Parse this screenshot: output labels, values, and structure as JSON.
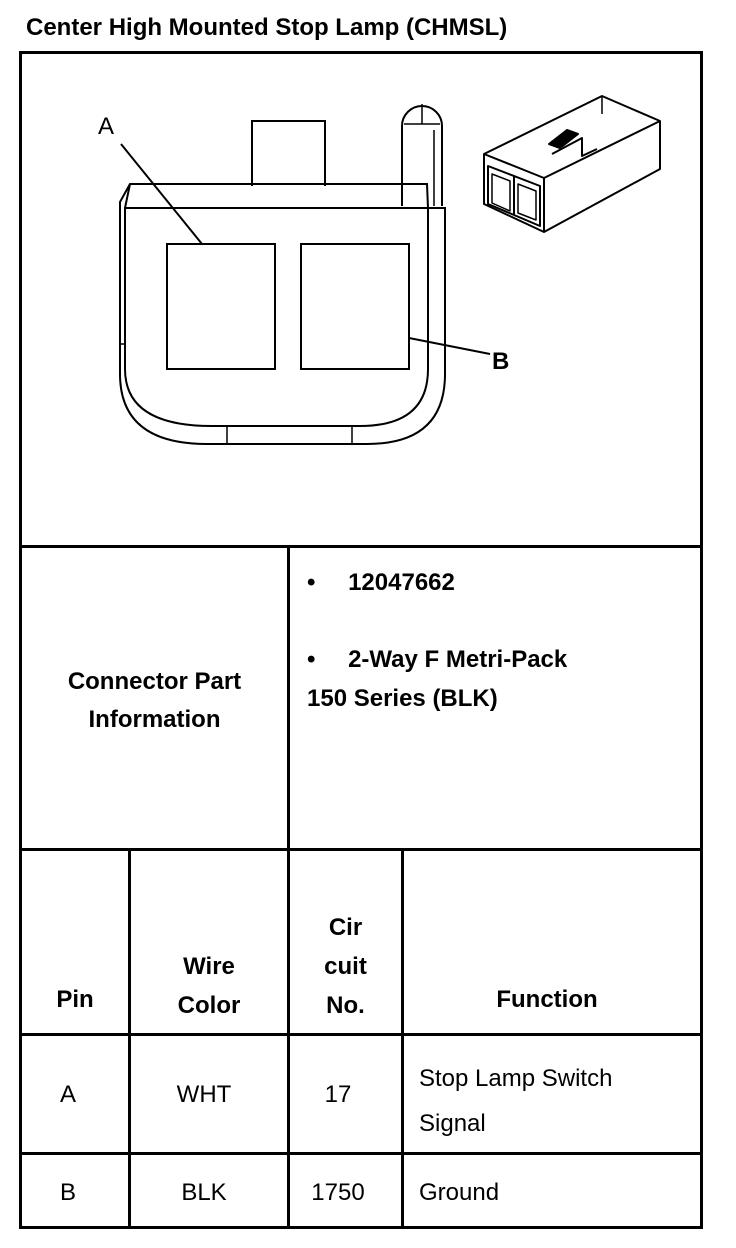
{
  "title": "Center High Mounted Stop Lamp (CHMSL)",
  "diagram": {
    "label_a": "A",
    "label_b": "B"
  },
  "connector_info": {
    "label": "Connector Part Information",
    "label_line1": "Connector Part",
    "label_line2": "Information",
    "bullet_symbol": "•",
    "part_number": "12047662",
    "description_line1": "2-Way F Metri-Pack",
    "description_line2": "150 Series (BLK)"
  },
  "table": {
    "headers": {
      "pin": "Pin",
      "wire_color_line1": "Wire",
      "wire_color_line2": "Color",
      "circuit_line1": "Cir",
      "circuit_line2": "cuit",
      "circuit_line3": "No.",
      "function": "Function"
    },
    "rows": [
      {
        "pin": "A",
        "wire_color": "WHT",
        "circuit": "17",
        "function_line1": "Stop Lamp Switch",
        "function_line2": "Signal"
      },
      {
        "pin": "B",
        "wire_color": "BLK",
        "circuit": "1750",
        "function_line1": "Ground",
        "function_line2": ""
      }
    ]
  }
}
